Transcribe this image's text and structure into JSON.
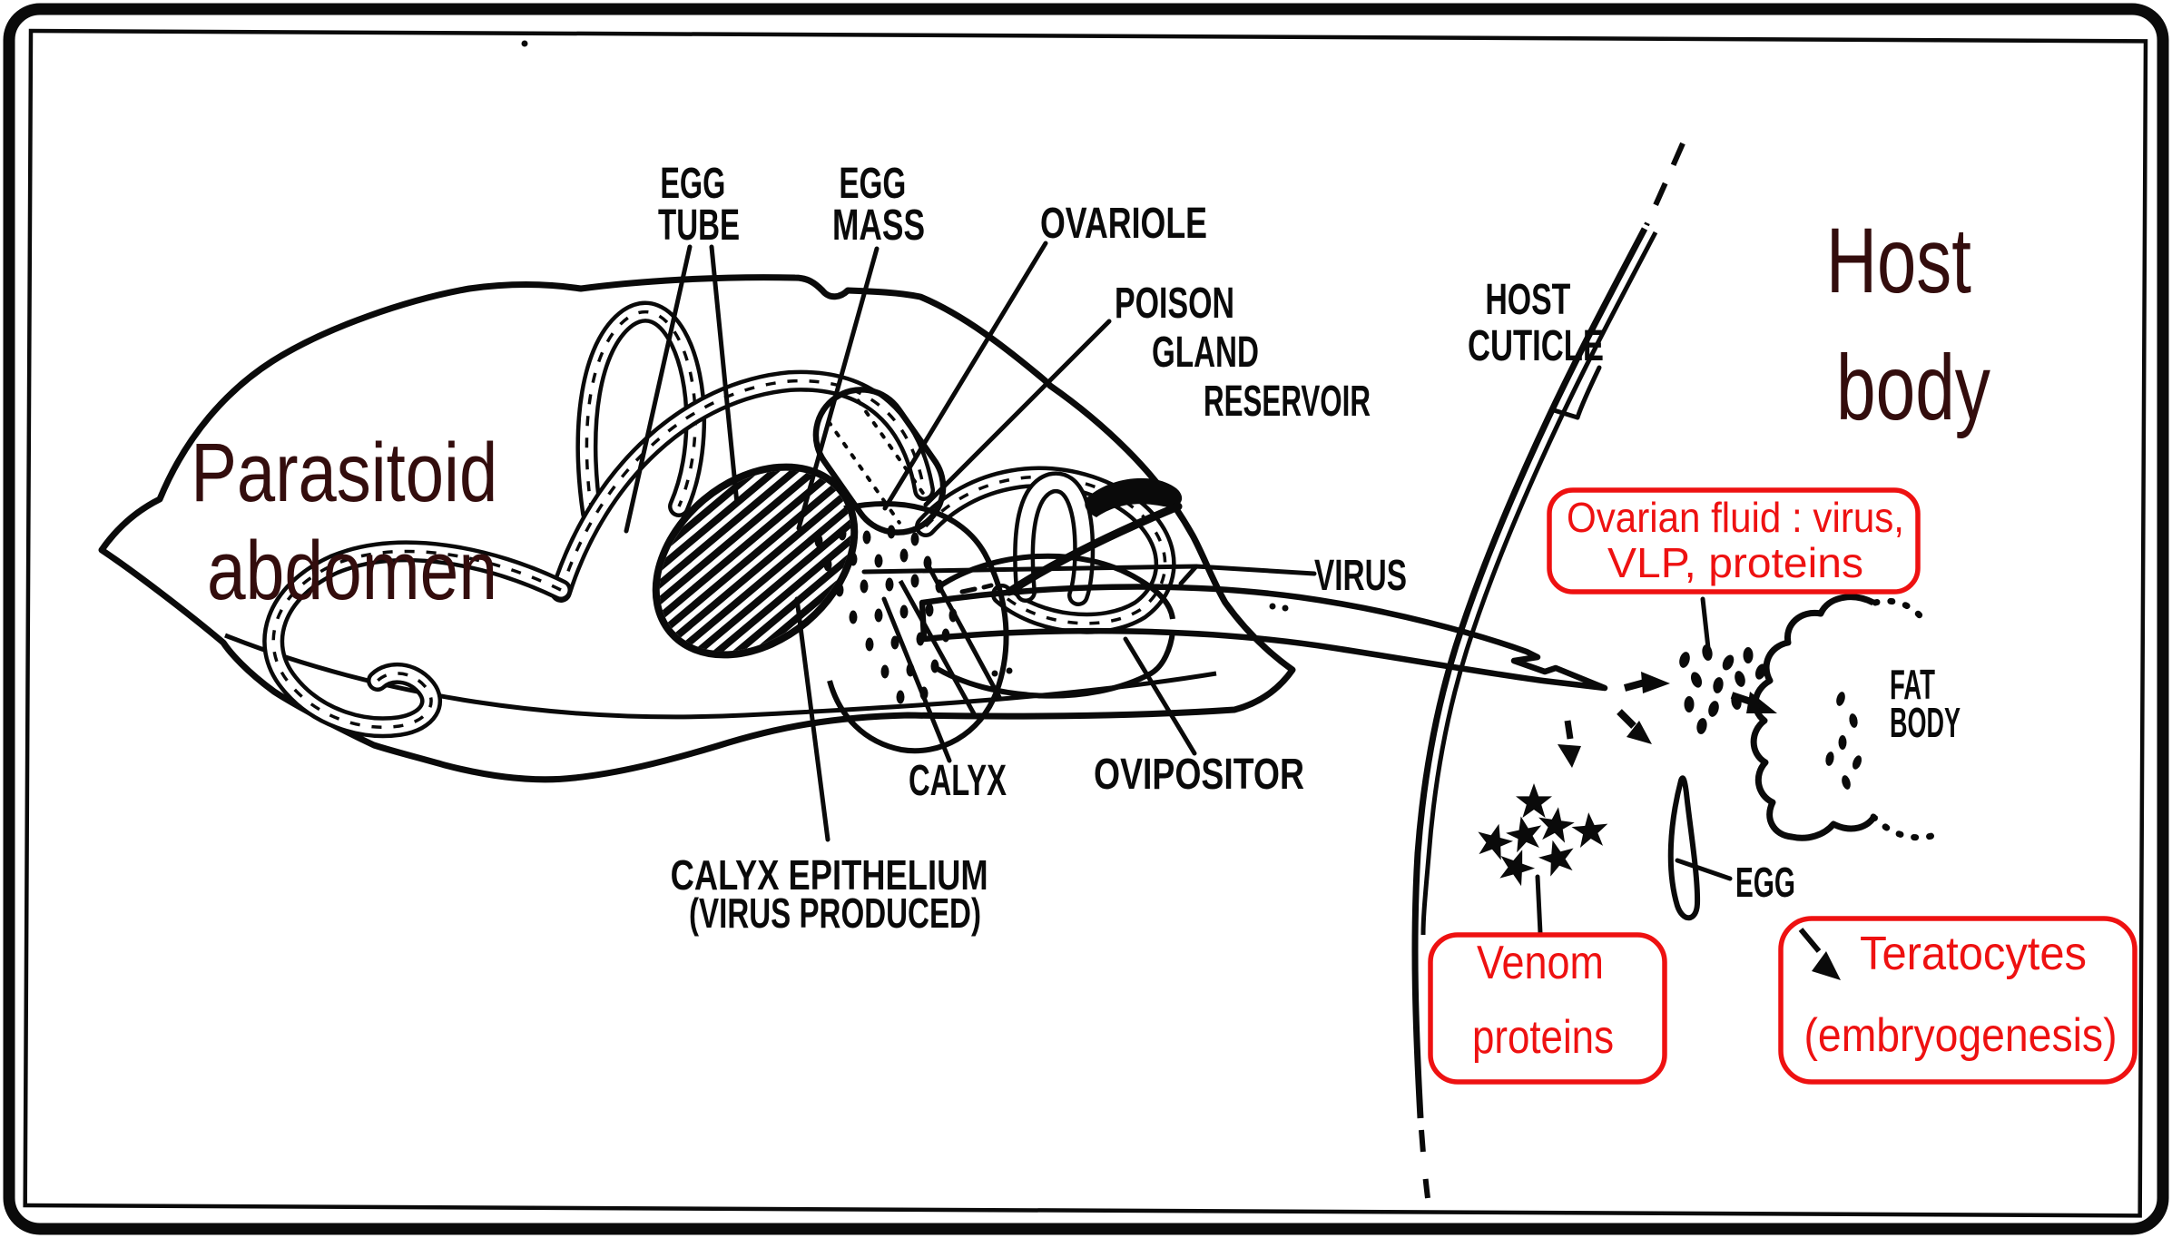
{
  "figure": {
    "region_titles": {
      "parasitoid": [
        "Parasitoid",
        "abdomen"
      ],
      "host": [
        "Host",
        "body"
      ]
    },
    "labels": {
      "egg_tube": [
        "EGG",
        "TUBE"
      ],
      "egg_mass": [
        "EGG",
        "MASS"
      ],
      "ovariole": "OVARIOLE",
      "poison_gland_reservoir": [
        "POISON",
        "GLAND",
        "RESERVOIR"
      ],
      "host_cuticle": [
        "HOST",
        "CUTICLE"
      ],
      "virus": "VIRUS",
      "calyx": "CALYX",
      "ovipositor": "OVIPOSITOR",
      "calyx_epithelium": [
        "CALYX EPITHELIUM",
        "(VIRUS PRODUCED)"
      ],
      "fat_body": [
        "FAT",
        "BODY"
      ],
      "egg": "EGG"
    },
    "callouts": {
      "ovarian_fluid": [
        "Ovarian fluid : virus,",
        "VLP, proteins"
      ],
      "venom": [
        "Venom",
        "proteins"
      ],
      "teratocytes": [
        "Teratocytes",
        "(embryogenesis)"
      ]
    },
    "colors": {
      "ink": "#0a0a0a",
      "callout_red": "#ee1111",
      "title_maroon": "#330d0d",
      "background": "#ffffff"
    },
    "icons": {
      "venom_star": "★",
      "flow_arrow": "➔",
      "teratocyte_arrow": "➘"
    }
  }
}
